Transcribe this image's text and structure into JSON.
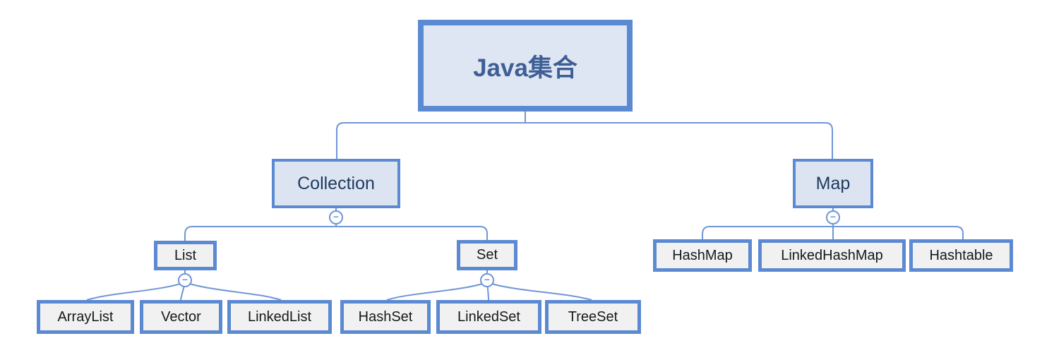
{
  "diagram": {
    "title": "Java集合",
    "tree": {
      "label": "Java集合",
      "children": [
        {
          "label": "Collection",
          "children": [
            {
              "label": "List",
              "children": [
                {
                  "label": "ArrayList"
                },
                {
                  "label": "Vector"
                },
                {
                  "label": "LinkedList"
                }
              ]
            },
            {
              "label": "Set",
              "children": [
                {
                  "label": "HashSet"
                },
                {
                  "label": "LinkedSet"
                },
                {
                  "label": "TreeSet"
                }
              ]
            }
          ]
        },
        {
          "label": "Map",
          "children": [
            {
              "label": "HashMap"
            },
            {
              "label": "LinkedHashMap"
            },
            {
              "label": "Hashtable"
            }
          ]
        }
      ]
    },
    "ui": {
      "collapse_glyph": "−"
    },
    "colors": {
      "node-border": "#5b8ad2",
      "edge-line": "#7096d6",
      "root-fill": "#dfe6f3",
      "branch-fill": "#dce4f2",
      "leaf-fill": "#f1f1f1",
      "root-text": "#3d5f96",
      "branch-text": "#1e3a5f",
      "leaf-text": "#16181c",
      "bg": "#ffffff"
    }
  }
}
